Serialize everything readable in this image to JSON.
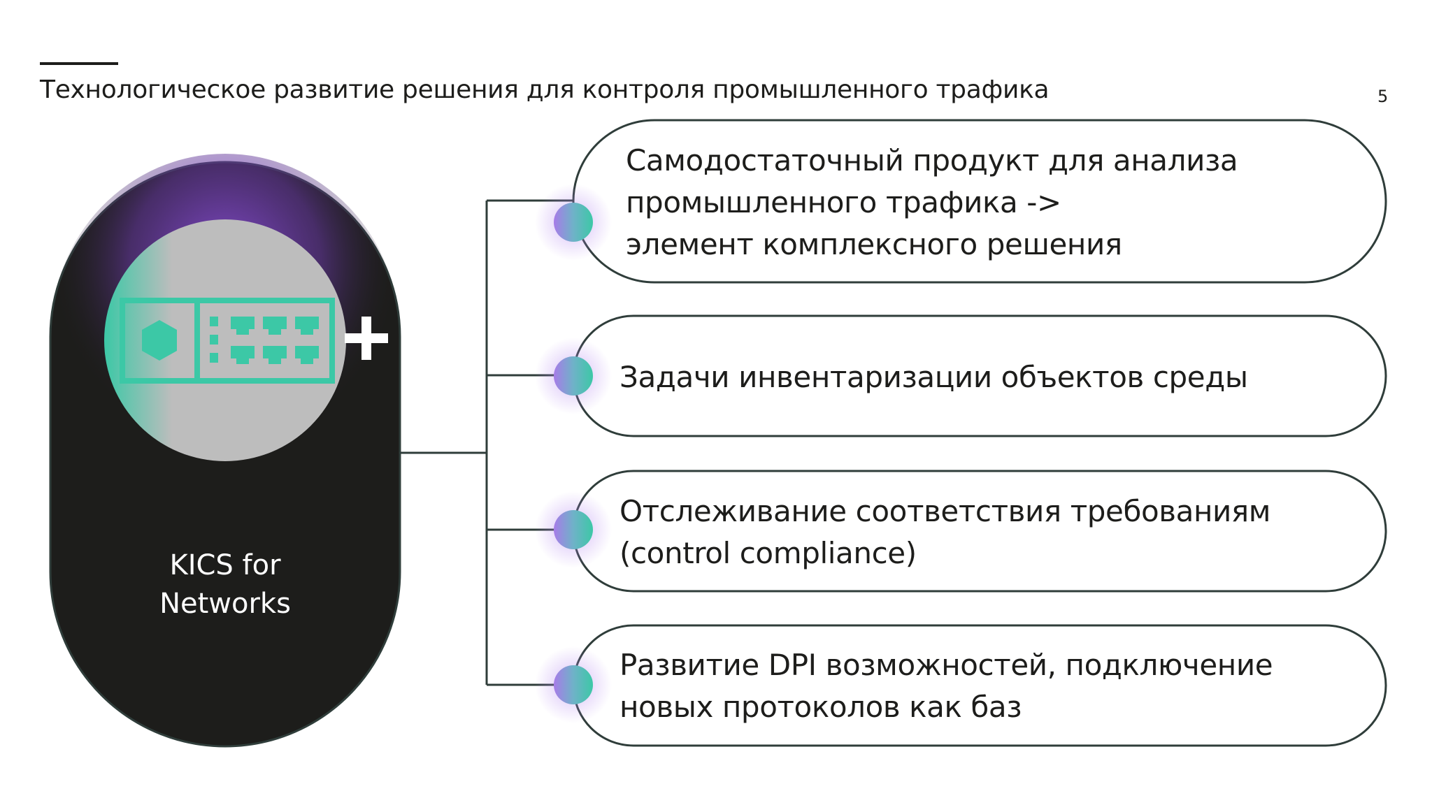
{
  "header": {
    "title": "Технологическое развитие решения для контроля промышленного трафика",
    "page_number": "5"
  },
  "product": {
    "label_lines": [
      "KICS for",
      "Networks"
    ],
    "device_icon": "network-switch-icon",
    "plus_icon": "plus-icon"
  },
  "items": [
    {
      "lines": [
        "Самодостаточный продукт для анализа",
        "промышленного трафика ->",
        "элемент комплексного решения"
      ]
    },
    {
      "lines": [
        "Задачи инвентаризации объектов среды"
      ]
    },
    {
      "lines": [
        "Отслеживание соответствия требованиям",
        "(control compliance)"
      ]
    },
    {
      "lines": [
        "Развитие DPI возможностей, подключение",
        "новых протоколов как баз"
      ]
    }
  ],
  "colors": {
    "text": "#1d1d1b",
    "pill_dark": "#1d1d1b",
    "glow_purple": "#8a4fd8",
    "accent_green": "#3cc8a6",
    "circle_gray": "#bdbdbd",
    "outline": "#2f3d3a"
  }
}
